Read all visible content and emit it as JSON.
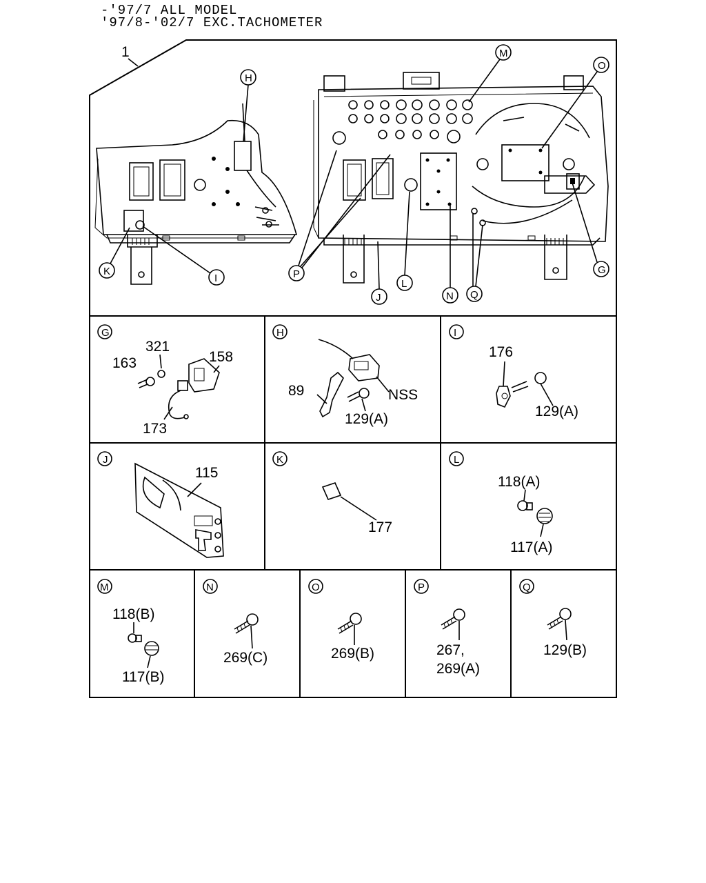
{
  "header": {
    "line1": "-'97/7 ALL MODEL",
    "line2": "'97/8-'02/7 EXC.TACHOMETER"
  },
  "main_view": {
    "assembly_ref": "1",
    "callouts": [
      "H",
      "M",
      "O",
      "G",
      "K",
      "I",
      "P",
      "L",
      "J",
      "N",
      "Q"
    ]
  },
  "panels": [
    {
      "letter": "G",
      "parts": [
        "163",
        "321",
        "158",
        "173"
      ]
    },
    {
      "letter": "H",
      "parts": [
        "89",
        "NSS",
        "129(A)"
      ]
    },
    {
      "letter": "I",
      "parts": [
        "176",
        "129(A)"
      ]
    },
    {
      "letter": "J",
      "parts": [
        "115"
      ]
    },
    {
      "letter": "K",
      "parts": [
        "177"
      ]
    },
    {
      "letter": "L",
      "parts": [
        "118(A)",
        "117(A)"
      ]
    },
    {
      "letter": "M",
      "parts": [
        "118(B)",
        "117(B)"
      ]
    },
    {
      "letter": "N",
      "parts": [
        "269(C)"
      ]
    },
    {
      "letter": "O",
      "parts": [
        "269(B)"
      ]
    },
    {
      "letter": "P",
      "parts": [
        "267,",
        "269(A)"
      ]
    },
    {
      "letter": "Q",
      "parts": [
        "129(B)"
      ]
    }
  ]
}
